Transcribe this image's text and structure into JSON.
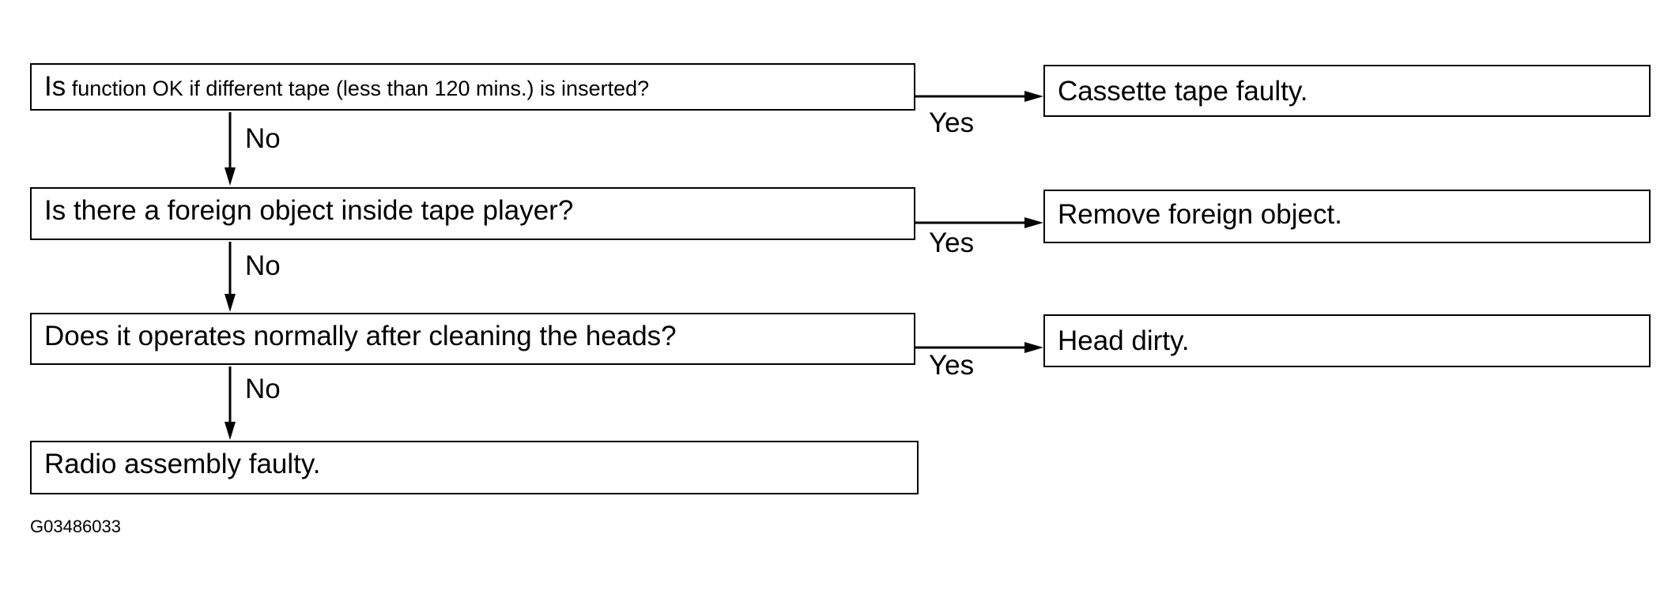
{
  "questions": [
    {
      "first_word": "Is",
      "rest": " function OK if different tape (less than 120 mins.) is inserted?"
    },
    {
      "text": "Is there a foreign object inside tape player?"
    },
    {
      "text": "Does it operates normally after cleaning the heads?"
    }
  ],
  "final_outcome": "Radio assembly faulty.",
  "outcomes": [
    "Cassette tape faulty.",
    "Remove foreign object.",
    "Head dirty."
  ],
  "branch_labels": {
    "no": "No",
    "yes": "Yes"
  },
  "figure_code": "G03486033"
}
